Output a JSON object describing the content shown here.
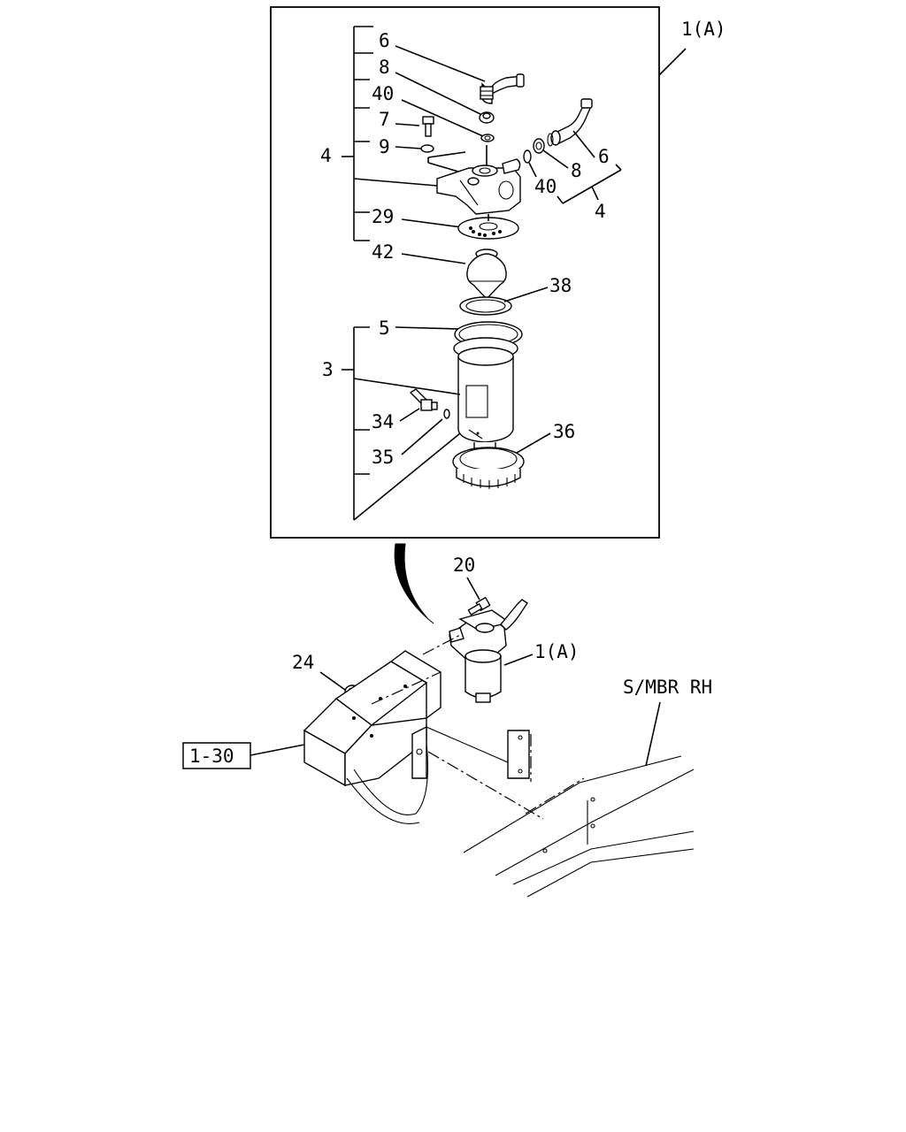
{
  "detail_box": {
    "assembly_label": "1(A)",
    "callouts": {
      "fitting_top": "6",
      "nut_top": "8",
      "washer_top": "40",
      "bolt": "7",
      "oring": "9",
      "head_group": "4",
      "plate": "29",
      "element_cone": "42",
      "gasket": "38",
      "seal_ring": "5",
      "bowl_group": "3",
      "drain_plug": "34",
      "drain_washer": "35",
      "retainer_ring": "36",
      "fitting_side": "6",
      "nut_side": "8",
      "washer_side": "40",
      "side_group": "4"
    }
  },
  "lower_view": {
    "bolt_label": "20",
    "nut_label": "24",
    "assembly_label": "1(A)",
    "ref_box_label": "1-30",
    "frame_label": "S/MBR RH"
  }
}
